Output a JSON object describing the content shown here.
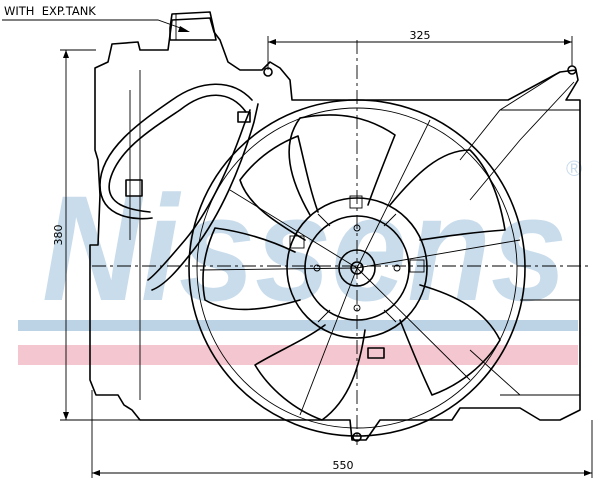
{
  "diagram": {
    "callout_label": "WITH  EXP.TANK",
    "dimensions": {
      "top_width": "325",
      "height": "380",
      "bottom_width": "550"
    },
    "watermark": {
      "brand": "Nissens",
      "trademark": "®",
      "colors": {
        "text": "#c9dceb",
        "blue_band": "#bcd3e6",
        "red_band": "#f4c6cf"
      }
    }
  }
}
